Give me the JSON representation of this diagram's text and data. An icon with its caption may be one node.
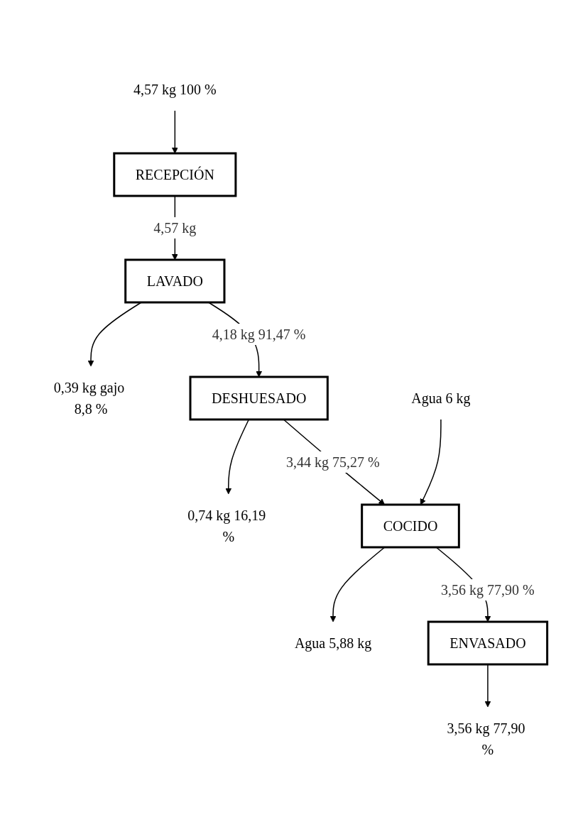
{
  "diagram": {
    "nodes": [
      {
        "text": [
          "4,57 kg 100 %"
        ]
      },
      {
        "text": [
          "RECEPCIÓN"
        ]
      },
      {
        "text": [
          "LAVADO"
        ]
      },
      {
        "text": [
          "0,39 kg gajo 8,8 %"
        ]
      },
      {
        "text": [
          "DESHUESADO"
        ]
      },
      {
        "text": [
          "0,74 kg 16,19 %"
        ]
      },
      {
        "text": [
          "Agua 6 kg"
        ]
      },
      {
        "text": [
          "COCIDO"
        ]
      },
      {
        "text": [
          "Agua 5,88 kg"
        ]
      },
      {
        "text": [
          "ENVASADO"
        ]
      },
      {
        "text": [
          "3,56 kg 77,90 %"
        ]
      }
    ],
    "edges": [
      {
        "from": 0,
        "to": 1,
        "arrow": "to"
      },
      {
        "from": 1,
        "to": 2,
        "arrow": "to",
        "label": "4,57 kg"
      },
      {
        "from": 2,
        "to": 3,
        "arrow": "to"
      },
      {
        "from": 2,
        "to": 4,
        "arrow": "to",
        "label": "4,18 kg 91,47 %"
      },
      {
        "from": 4,
        "to": 5,
        "arrow": "to"
      },
      {
        "from": 4,
        "to": 7,
        "arrow": "to",
        "label": "3,44 kg 75,27 %"
      },
      {
        "from": 6,
        "to": 7,
        "arrow": "to"
      },
      {
        "from": 7,
        "to": 8,
        "arrow": "to"
      },
      {
        "from": 7,
        "to": 9,
        "arrow": "to",
        "label": "3,56 kg 77,90 %"
      },
      {
        "from": 9,
        "to": 10,
        "arrow": "to"
      }
    ]
  }
}
